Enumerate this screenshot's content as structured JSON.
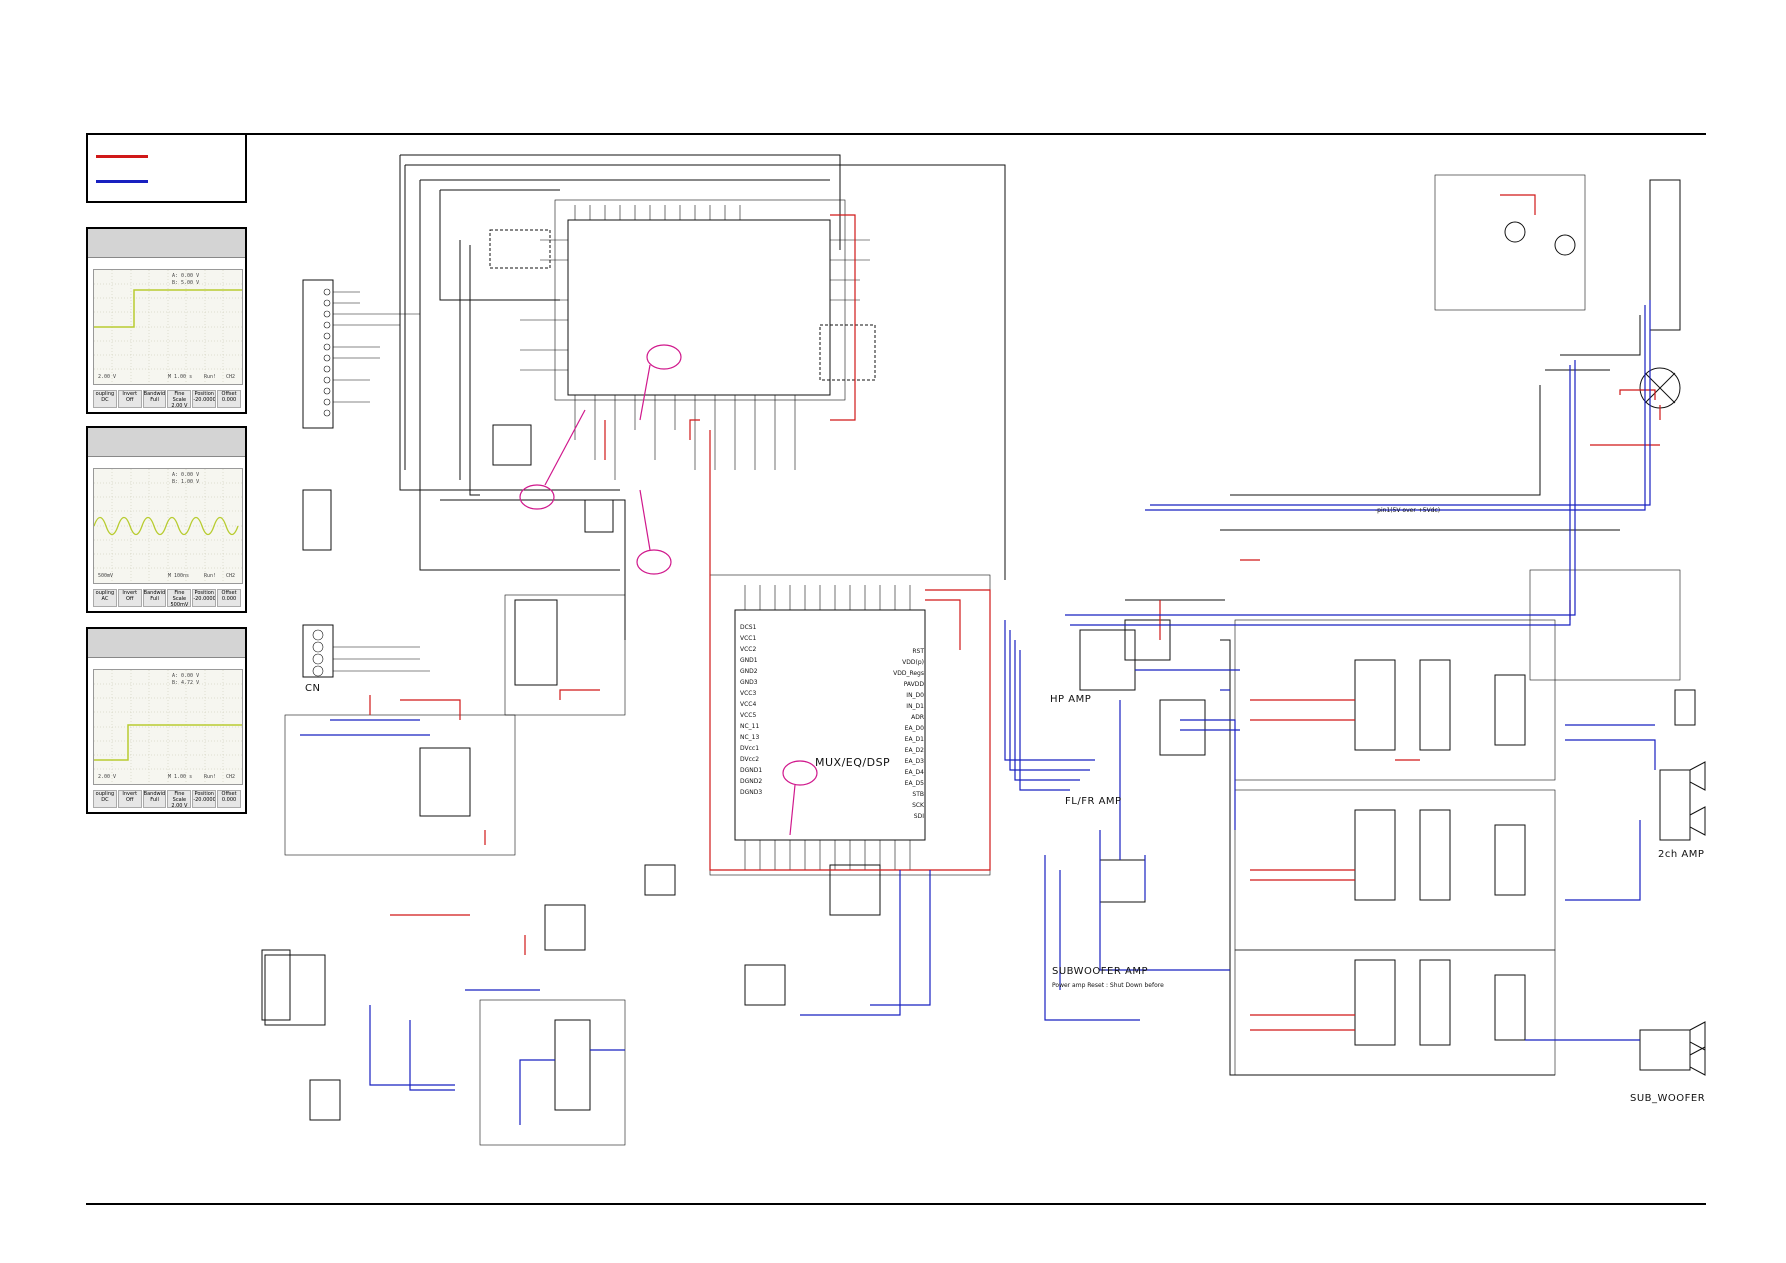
{
  "legend": {
    "lines": [
      {
        "color": "#d01818"
      },
      {
        "color": "#1820c0"
      }
    ]
  },
  "scopes": [
    {
      "readout": [
        "A: 0.00 V",
        "B: 5.00 V"
      ],
      "channel": "2.00 V",
      "timebase": "M 1.00 s",
      "state": "Run!",
      "status": "CH2",
      "footer": [
        "oupling DC",
        "Invert Off",
        "Bandwidth Full",
        "Fine Scale 2.00 V",
        "Position -20.0000",
        "Offset 0.000"
      ]
    },
    {
      "readout": [
        "A: 0.00 V",
        "B: 1.00 V"
      ],
      "channel": "500mV",
      "timebase": "M 100ns",
      "state": "Run!",
      "status": "CH2",
      "footer": [
        "oupling AC",
        "Invert Off",
        "Bandwidth Full",
        "Fine Scale 500mV",
        "Position -20.0000",
        "Offset 0.000"
      ]
    },
    {
      "readout": [
        "A: 0.00 V",
        "B: 4.72 V"
      ],
      "channel": "2.00 V",
      "timebase": "M 1.00 s",
      "state": "Run!",
      "status": "CH2",
      "footer": [
        "oupling DC",
        "Invert Off",
        "Bandwidth Full",
        "Fine Scale 2.00 V",
        "Position -20.0000",
        "Offset 0.000"
      ]
    }
  ],
  "blocks": {
    "dsp": "MUX/EQ/DSP",
    "hp_amp": "HP AMP",
    "flfr_amp": "FL/FR AMP",
    "sub_amp": "SUBWOOFER AMP",
    "sub_note": "Power amp Reset : Shut Down before",
    "two_ch_amp": "2ch AMP",
    "sub_woofer": "SUB_WOOFER",
    "cn": "CN",
    "pwr_note": "-pin1(5V over +5Vdc)"
  },
  "dsp_pins_left": [
    "DCS1",
    "VCC1",
    "VCC2",
    "GND1",
    "GND2",
    "GND3",
    "VCC3",
    "VCC4",
    "VCC5",
    "NC_11",
    "NC_13",
    "DVcc1",
    "DVcc2",
    "DGND1",
    "DGND2",
    "DGND3"
  ],
  "dsp_pins_right": [
    "RST",
    "VDD(p)",
    "VDD_Regs",
    "PAVDD",
    "IN_D0",
    "IN_D1",
    "ADR",
    "EA_D0",
    "EA_D1",
    "EA_D2",
    "EA_D3",
    "EA_D4",
    "EA_D5",
    "STB",
    "SCK",
    "SDI"
  ],
  "colors": {
    "wire": "#111111",
    "power": "#d01818",
    "signal": "#1820c0",
    "probe": "#d0188c",
    "trace": "#b8cc30"
  }
}
